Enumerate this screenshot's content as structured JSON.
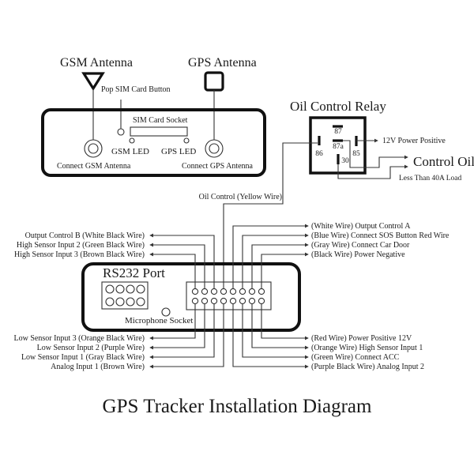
{
  "title": "GPS Tracker Installation Diagram",
  "antennas": {
    "gsm_label": "GSM Antenna",
    "gps_label": "GPS Antenna"
  },
  "device_top": {
    "pop_sim_label": "Pop SIM Card Button",
    "sim_socket_label": "SIM Card Socket",
    "gsm_led_label": "GSM LED",
    "gps_led_label": "GPS LED",
    "connect_gsm_label": "Connect GSM Antenna",
    "connect_gps_label": "Connect GPS Antenna"
  },
  "relay": {
    "title": "Oil Control Relay",
    "pins": {
      "p87": "87",
      "p87a": "87a",
      "p86": "86",
      "p85": "85",
      "p30": "30"
    },
    "power_label": "12V Power Positive",
    "control_oil_label": "Control Oil",
    "load_note": "Less Than 40A Load"
  },
  "oil_control_wire_label": "Oil Control (Yellow Wire)",
  "device_bottom": {
    "rs232_label": "RS232 Port",
    "microphone_label": "Microphone Socket"
  },
  "wires": {
    "top_left": [
      "Output Control B (White Black Wire)",
      "High Sensor Input 2 (Green Black Wire)",
      "High Sensor Input 3 (Brown Black Wire)"
    ],
    "top_right": [
      "(White Wire) Output Control A",
      "(Blue Wire) Connect SOS Button Red Wire",
      "(Gray Wire) Connect Car Door",
      "(Black Wire) Power Negative"
    ],
    "bottom_left": [
      "Low Sensor Input 3 (Orange Black Wire)",
      "Low Sensor Input 2 (Purple Wire)",
      "Low Sensor Input 1 (Gray Black Wire)",
      "Analog Input 1 (Brown Wire)"
    ],
    "bottom_right": [
      "(Red Wire) Power Positive 12V",
      "(Orange Wire) High Sensor Input 1",
      "(Green Wire) Connect ACC",
      "(Purple Black Wire) Analog Input 2"
    ]
  }
}
